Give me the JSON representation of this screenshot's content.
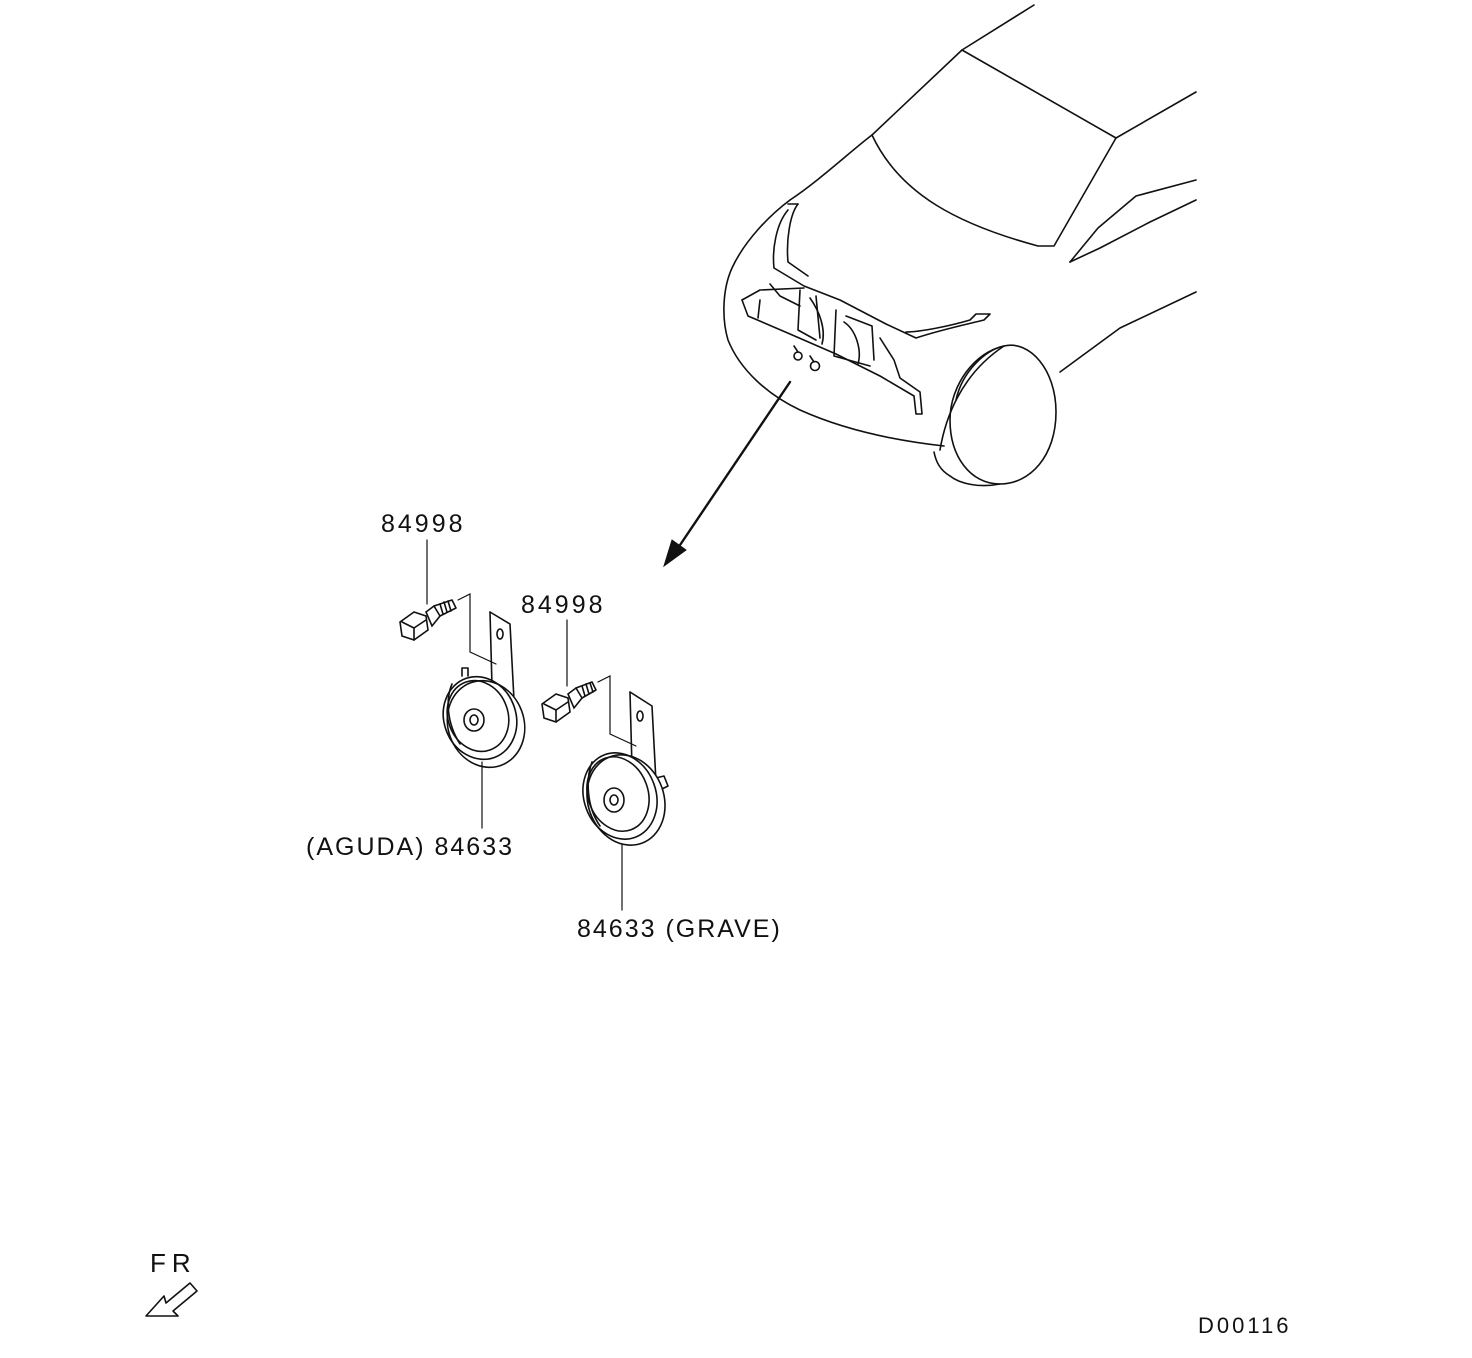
{
  "callouts": {
    "bolt_upper": "84998",
    "bolt_lower": "84998",
    "horn_high": "(AGUDA) 84633",
    "horn_low": "84633 (GRAVE)"
  },
  "orientation": {
    "label": "FR"
  },
  "diagram_code": "D00116",
  "icons": {
    "front_arrow": "front-direction-arrow-icon"
  }
}
